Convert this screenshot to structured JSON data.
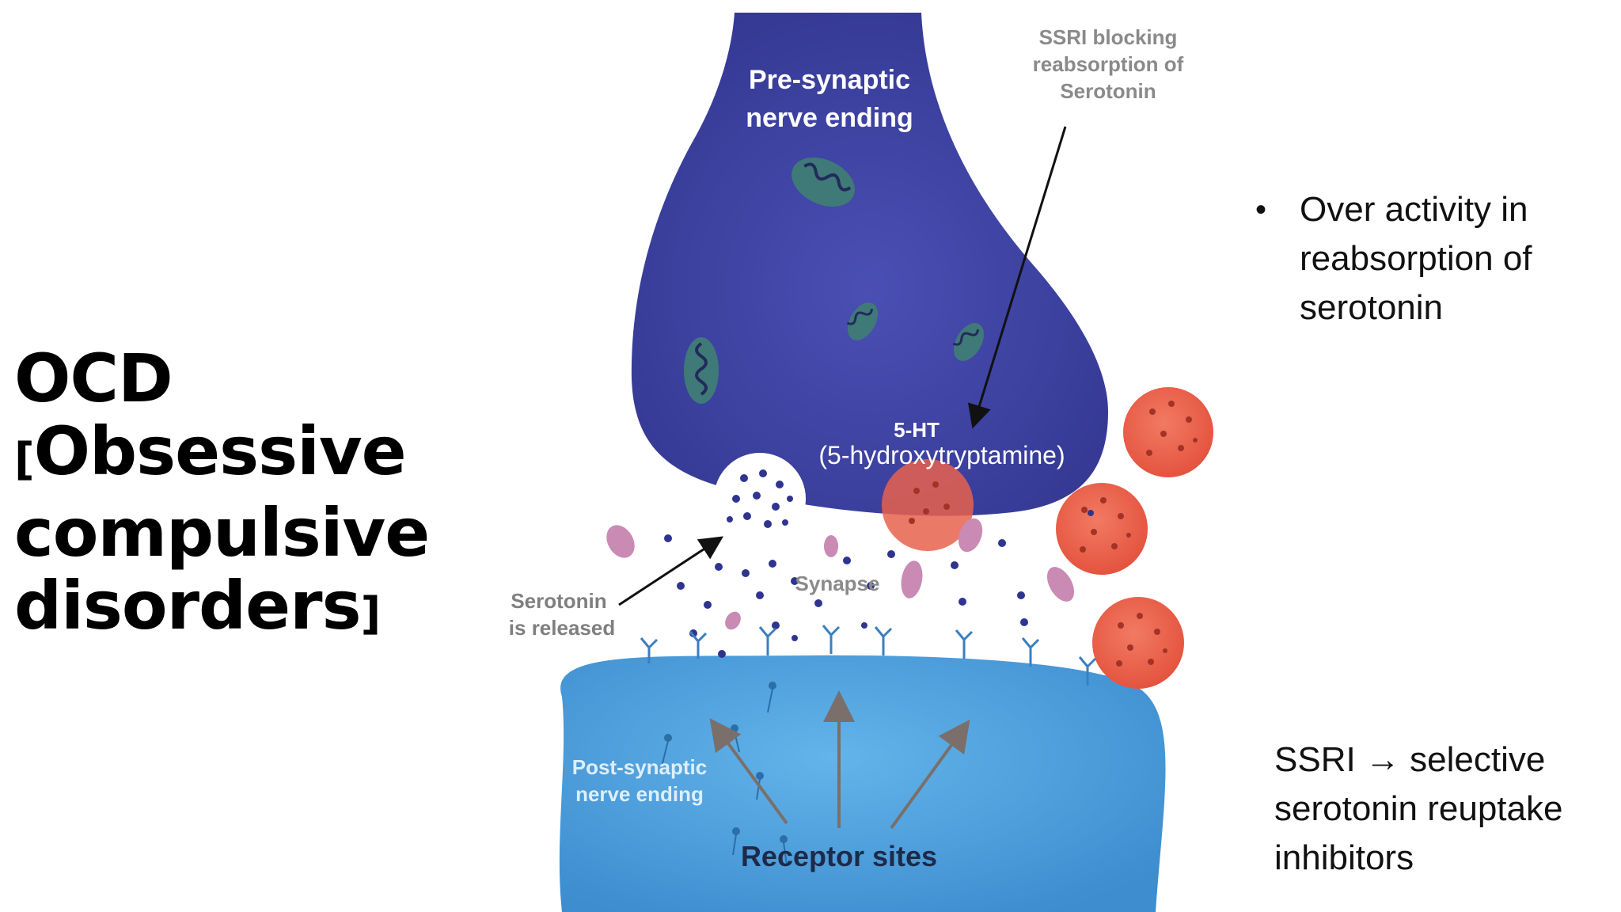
{
  "title": {
    "line1": "OCD",
    "line2_open": "[",
    "line2": "Obsessive",
    "line3": "compulsive",
    "line4": "disorders",
    "line4_close": "]"
  },
  "diagram": {
    "pre_label_1": "Pre-synaptic",
    "pre_label_2": "nerve ending",
    "ssri_label_1": "SSRI blocking",
    "ssri_label_2": "reabsorption of",
    "ssri_label_3": "Serotonin",
    "ht_label": "5-HT",
    "ht_full": "(5-hydroxytryptamine)",
    "released_1": "Serotonin",
    "released_2": "is released",
    "synapse": "Synapse",
    "post_label_1": "Post-synaptic",
    "post_label_2": "nerve ending",
    "receptor": "Receptor sites"
  },
  "bullet": {
    "marker": "•",
    "text": "Over activity in reabsorption of serotonin"
  },
  "ssri_note": "SSRI → selective serotonin reuptake inhibitors",
  "colors": {
    "presynaptic": "#3b3f9e",
    "postsynaptic": "#4a9ad6",
    "vesicle_red": "#e8624e",
    "mitochondria": "#3f7a78"
  }
}
